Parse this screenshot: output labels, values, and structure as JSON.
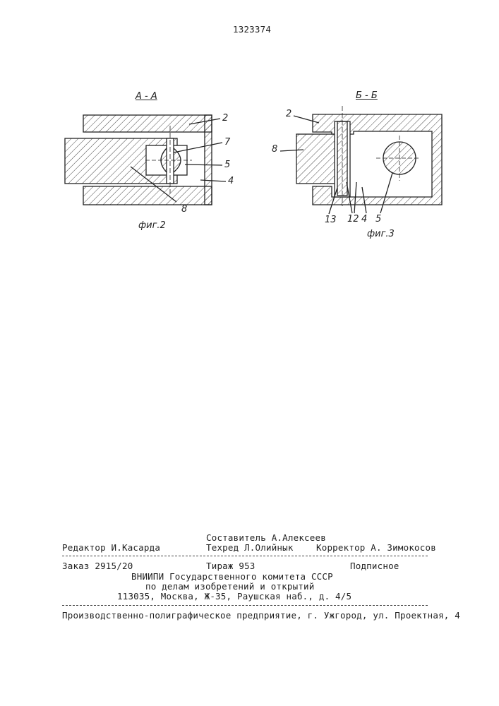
{
  "header": {
    "patent_number": "1323374"
  },
  "figures": {
    "fig2": {
      "section_label": "А - А",
      "caption": "фиг.2",
      "callouts": [
        "2",
        "7",
        "5",
        "4",
        "8"
      ]
    },
    "fig3": {
      "section_label": "Б - Б",
      "caption": "фиг.3",
      "callouts": [
        "2",
        "8",
        "13",
        "12",
        "4",
        "5"
      ]
    }
  },
  "colophon": {
    "compiler": "Составитель А.Алексеев",
    "editor": "Редактор И.Касарда",
    "techred": "Техред Л.Олийнык",
    "corrector": "Корректор А. Зимокосов",
    "order": "Заказ 2915/20",
    "print_run": "Тираж 953",
    "subscription": "Подписное",
    "org_line1": "ВНИИПИ Государственного комитета СССР",
    "org_line2": "по делам изобретений и открытий",
    "address": "113035, Москва, Ж-35, Раушская наб., д. 4/5",
    "printer": "Производственно-полиграфическое предприятие, г. Ужгород, ул. Проектная, 4"
  }
}
